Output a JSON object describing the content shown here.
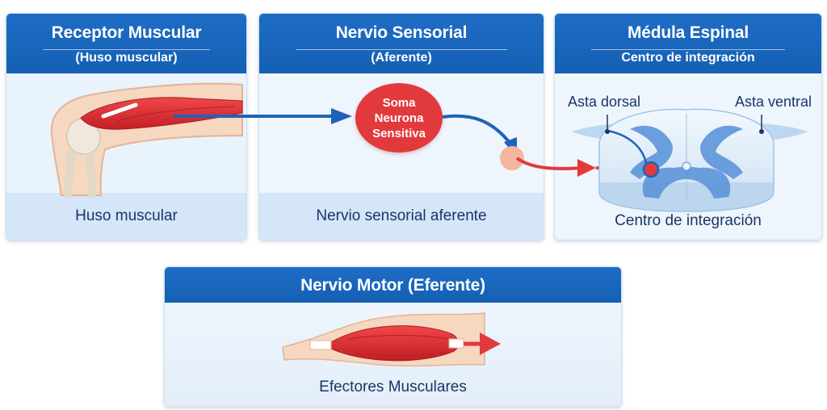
{
  "receptor": {
    "title": "Receptor Muscular",
    "subtitle": "(Huso muscular)",
    "caption": "Huso muscular"
  },
  "sensorial": {
    "title": "Nervio Sensorial",
    "subtitle": "(Aferente)",
    "soma_lines": [
      "Soma",
      "Neurona",
      "Sensitiva"
    ],
    "caption": "Nervio sensorial aferente"
  },
  "medula": {
    "title": "Médula Espinal",
    "subtitle": "Centro de integración",
    "label_dorsal": "Asta dorsal",
    "label_ventral": "Asta ventral",
    "caption": "Centro de integración"
  },
  "motor": {
    "title": "Nervio Motor (Eferente)",
    "caption": "Efectores Musculares"
  },
  "colors": {
    "header_blue": "#1a66bd",
    "arrow_blue": "#1f63b8",
    "arrow_red": "#e23a3c",
    "muscle_red": "#d9292e",
    "skin": "#f6d7bf",
    "panel_tint": "#e9f3fc"
  }
}
